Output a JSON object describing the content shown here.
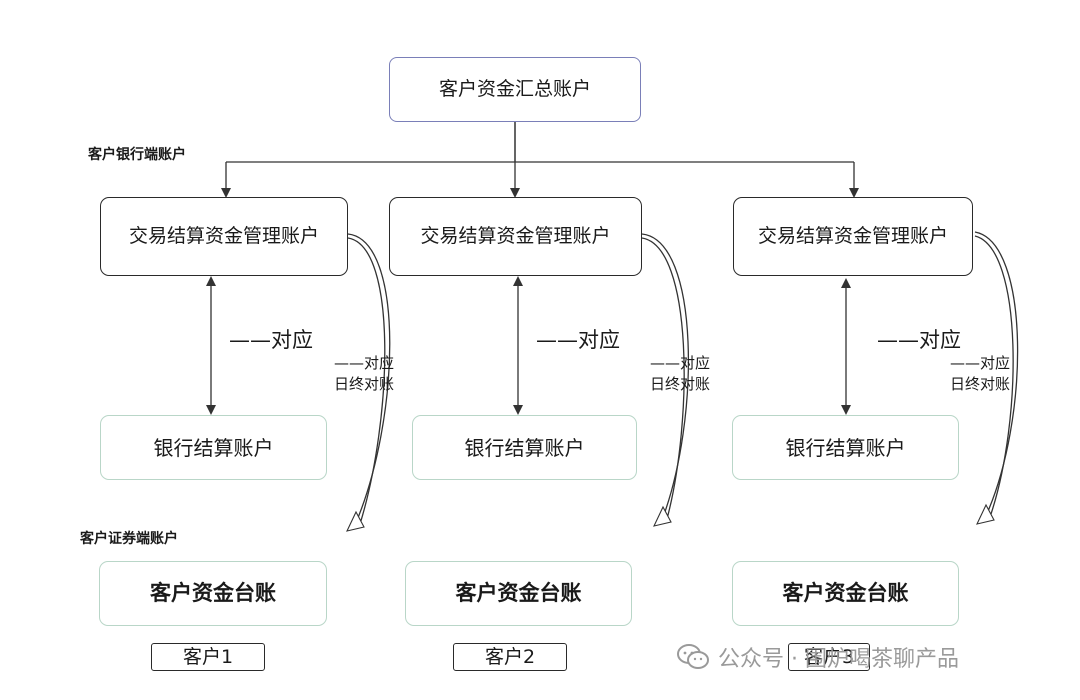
{
  "diagram": {
    "summary_account": "客户资金汇总账户",
    "bank_side_label": "客户银行端账户",
    "securities_side_label": "客户证券端账户",
    "columns": [
      {
        "management_account": "交易结算资金管理账户",
        "correspond_label": "——对应",
        "recon_line1": "——对应",
        "recon_line2": "日终对账",
        "bank_account": "银行结算账户",
        "ledger": "客户资金台账",
        "client": "客户1"
      },
      {
        "management_account": "交易结算资金管理账户",
        "correspond_label": "——对应",
        "recon_line1": "——对应",
        "recon_line2": "日终对账",
        "bank_account": "银行结算账户",
        "ledger": "客户资金台账",
        "client": "客户2"
      },
      {
        "management_account": "交易结算资金管理账户",
        "correspond_label": "——对应",
        "recon_line1": "——对应",
        "recon_line2": "日终对账",
        "bank_account": "银行结算账户",
        "ledger": "客户资金台账",
        "client": "客户3"
      }
    ]
  },
  "watermark": {
    "text": "公众号 · 围炉喝茶聊产品",
    "icon": "wechat-icon"
  },
  "colors": {
    "summary_border": "#7a7fb8",
    "box_border": "#2a2a2a",
    "soft_border": "#b9d6c8",
    "line": "#333333",
    "watermark": "#9a9a9a"
  }
}
